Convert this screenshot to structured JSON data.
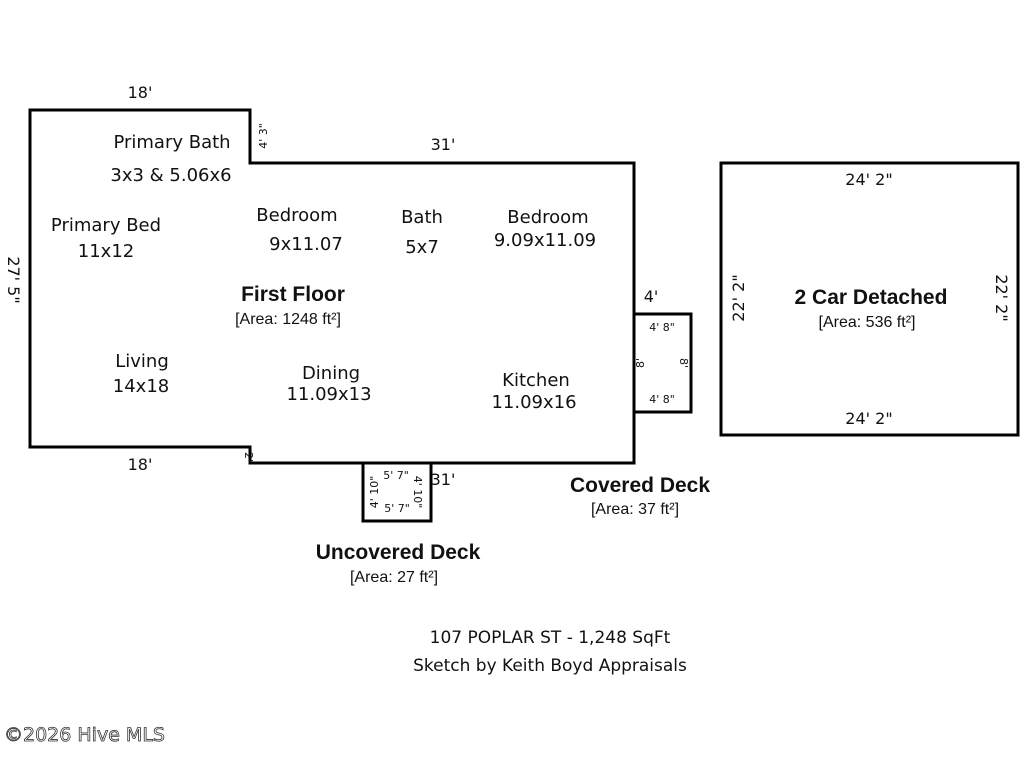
{
  "first_floor": {
    "title": "First Floor",
    "area": "[Area: 1248 ft²]",
    "dims": {
      "top_left": "18'",
      "top_main": "31'",
      "notch": "4' 3\"",
      "left_side": "27' 5\"",
      "bottom_left": "18'",
      "bottom_notch": "2'",
      "bottom_main": "31'",
      "right_side": "4'"
    },
    "rooms": [
      {
        "name": "Primary Bath",
        "size": "3x3 & 5.06x6"
      },
      {
        "name": "Primary Bed",
        "size": "11x12"
      },
      {
        "name": "Bedroom",
        "size": "9x11.07"
      },
      {
        "name": "Bath",
        "size": "5x7"
      },
      {
        "name": "Bedroom",
        "size": "9.09x11.09"
      },
      {
        "name": "Living",
        "size": "14x18"
      },
      {
        "name": "Dining",
        "size": "11.09x13"
      },
      {
        "name": "Kitchen",
        "size": "11.09x16"
      }
    ]
  },
  "garage": {
    "title": "2 Car Detached",
    "area": "[Area: 536 ft²]",
    "dims": {
      "top": "24' 2\"",
      "bottom": "24' 2\"",
      "left": "22' 2\"",
      "right": "22' 2\""
    }
  },
  "covered_deck": {
    "title": "Covered Deck",
    "area": "[Area: 37 ft²]",
    "dims": {
      "top": "4' 8\"",
      "bottom": "4' 8\"",
      "left": "8'",
      "right": "8'"
    }
  },
  "uncovered_deck": {
    "title": "Uncovered Deck",
    "area": "[Area: 27 ft²]",
    "dims": {
      "top": "5' 7\"",
      "bottom": "5' 7\"",
      "left": "4' 10\"",
      "right": "4' 10\""
    }
  },
  "caption": {
    "line1": "107 POPLAR ST - 1,248 SqFt",
    "line2": "Sketch by Keith Boyd Appraisals"
  },
  "watermark": "©2026 Hive MLS"
}
